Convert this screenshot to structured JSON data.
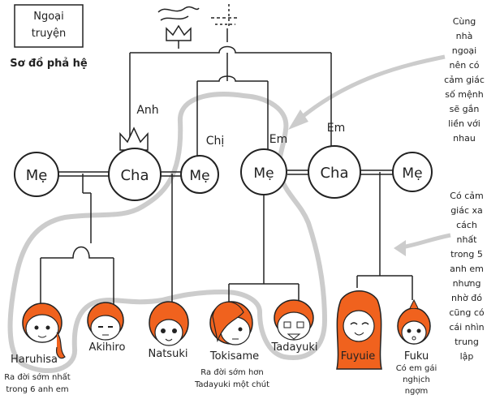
{
  "header": {
    "title_line1": "Ngoại",
    "title_line2": "truyện",
    "subtitle": "Sơ đồ phả hệ"
  },
  "parents": [
    {
      "id": "me1",
      "label": "Mẹ"
    },
    {
      "id": "cha1",
      "label": "Cha",
      "role": "Anh"
    },
    {
      "id": "me2",
      "label": "Mẹ",
      "role": "Chị"
    },
    {
      "id": "me3",
      "label": "Mẹ",
      "role": "Em"
    },
    {
      "id": "cha2",
      "label": "Cha",
      "role": "Em"
    },
    {
      "id": "me4",
      "label": "Mẹ"
    }
  ],
  "children": [
    {
      "id": "haruhisa",
      "name": "Haruhisa",
      "note": [
        "Ra đời sớm nhất",
        "trong 6 anh em"
      ]
    },
    {
      "id": "akihiro",
      "name": "Akihiro"
    },
    {
      "id": "natsuki",
      "name": "Natsuki"
    },
    {
      "id": "tokisame",
      "name": "Tokisame",
      "note": [
        "Ra đời sớm hơn",
        "Tadayuki một chút"
      ]
    },
    {
      "id": "tadayuki",
      "name": "Tadayuki"
    },
    {
      "id": "fuyuie",
      "name": "Fuyuie"
    },
    {
      "id": "fuku",
      "name": "Fuku",
      "note": [
        "Có em gái",
        "nghịch",
        "ngợm"
      ]
    }
  ],
  "annotations": {
    "top_right": [
      "Cùng",
      "nhà",
      "ngoại",
      "nên có",
      "cảm giác",
      "số mệnh",
      "sẽ gắn",
      "liền với",
      "nhau"
    ],
    "mid_right": [
      "Có cảm",
      "giác xa",
      "cách",
      "nhất",
      "trong 5",
      "anh em",
      "nhưng",
      "nhờ đó",
      "cũng có",
      "cái nhìn",
      "trung",
      "lập"
    ]
  },
  "colors": {
    "hair": "#f0621e",
    "line": "#222222",
    "bubble": "#cccccc"
  }
}
